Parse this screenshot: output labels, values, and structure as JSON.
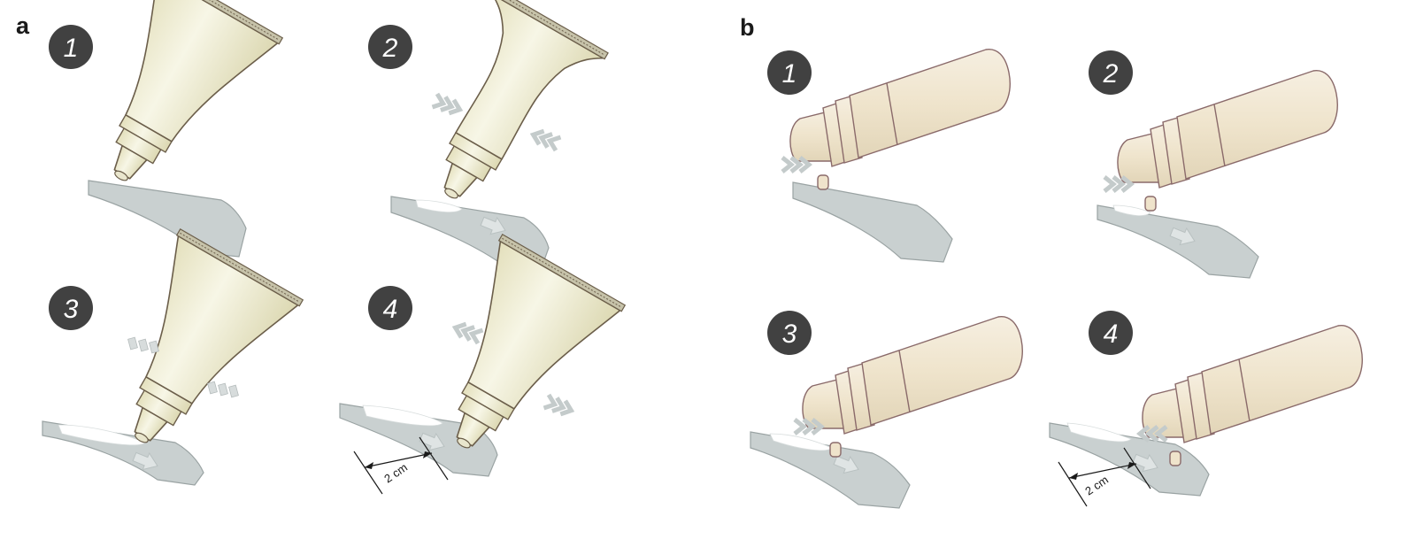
{
  "panels": [
    {
      "letter": "a",
      "steps": [
        {
          "number": "1"
        },
        {
          "number": "2"
        },
        {
          "number": "3"
        },
        {
          "number": "4",
          "dimension_label": "2 cm"
        }
      ]
    },
    {
      "letter": "b",
      "steps": [
        {
          "number": "1"
        },
        {
          "number": "2"
        },
        {
          "number": "3"
        },
        {
          "number": "4",
          "dimension_label": "2 cm"
        }
      ]
    }
  ],
  "icons": {
    "tube": "ointment-tube-icon",
    "bottle": "pump-bottle-icon",
    "press": "chevron-press-icon",
    "direction": "direction-arrow-icon"
  },
  "colors": {
    "step_circle": "#414141",
    "strip": "#c9d0d0",
    "tube_body": "#efedcf",
    "bottle_body": "#f3e9d6"
  }
}
